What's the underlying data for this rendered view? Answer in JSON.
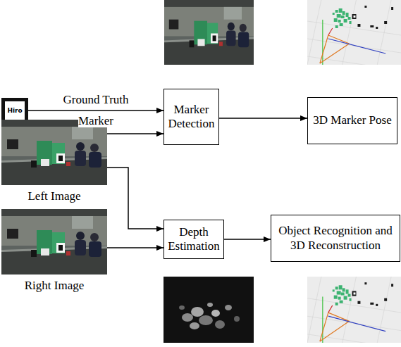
{
  "diagram": {
    "nodes": [
      {
        "text": [
          "Hiro"
        ]
      },
      {
        "text": [
          "Marker Detection"
        ]
      },
      {
        "text": [
          "3D Marker Pose"
        ]
      },
      {
        "text": [
          "Left Image"
        ]
      },
      {
        "text": [
          "Right Image"
        ]
      },
      {
        "text": [
          "Depth Estimation"
        ]
      },
      {
        "text": [
          "Object Recognition and 3D Reconstruction"
        ]
      }
    ],
    "edges": [
      {
        "from": 0,
        "to": 1,
        "label": "Ground Truth Marker",
        "arrow": "to"
      },
      {
        "from": 1,
        "to": 2,
        "arrow": "to"
      },
      {
        "from": 3,
        "to": 1,
        "arrow": "to"
      },
      {
        "from": 3,
        "to": 5,
        "arrow": "to"
      },
      {
        "from": 4,
        "to": 5,
        "arrow": "to"
      },
      {
        "from": 5,
        "to": 6,
        "arrow": "to"
      }
    ]
  }
}
